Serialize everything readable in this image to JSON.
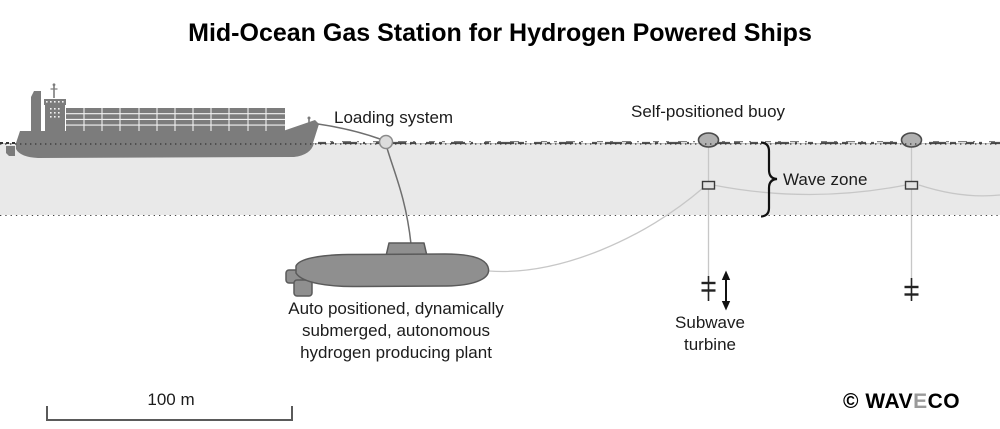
{
  "title": "Mid-Ocean Gas Station for Hydrogen Powered Ships",
  "labels": {
    "loading_system": "Loading system",
    "self_positioned_buoy": "Self-positioned buoy",
    "wave_zone": "Wave zone",
    "plant_lines": [
      "Auto positioned, dynamically",
      "submerged, autonomous",
      "hydrogen producing plant"
    ],
    "turbine_lines": [
      "Subwave",
      "turbine"
    ],
    "scale": "100 m"
  },
  "logo": {
    "copyright": "© ",
    "wav": "WAV",
    "e": "E",
    "co": "CO"
  },
  "colors": {
    "ship": "#7c7c7c",
    "submarine": "#8f8f8f",
    "submarine_outline": "#5a5a5a",
    "water_band": "#e9e9e9",
    "mooring_line": "#c7c7c7",
    "hose_line": "#6f6f6f",
    "text": "#1c1c1c",
    "logo_gray": "#9a9a9a"
  }
}
